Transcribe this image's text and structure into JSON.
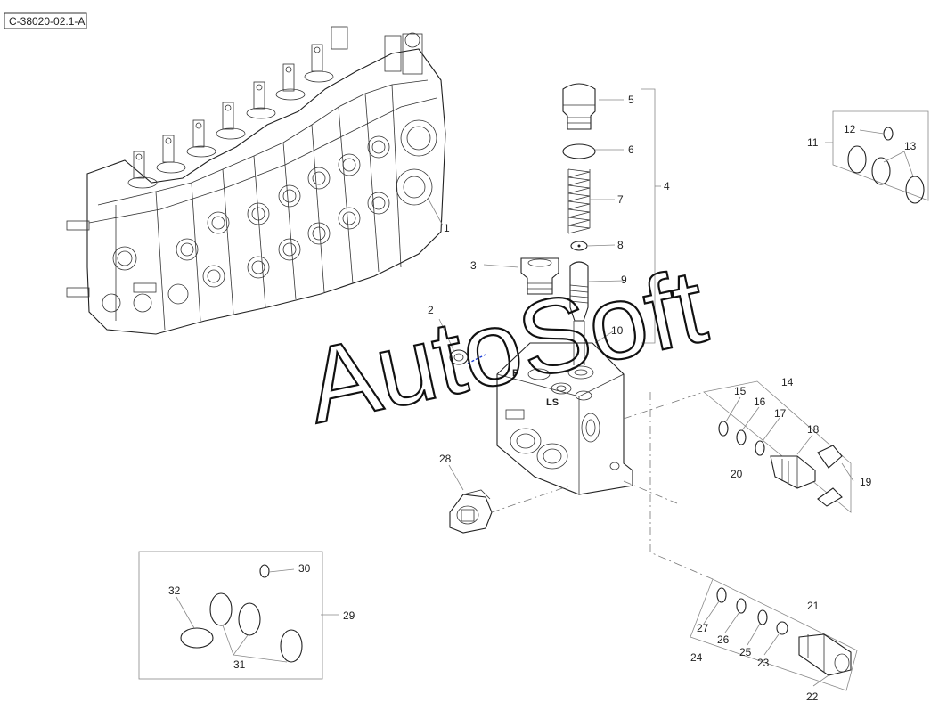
{
  "drawing_id": "C-38020-02.1-A",
  "watermark": "AutoSoft",
  "ports": {
    "p": "P",
    "ls": "LS"
  },
  "callouts": [
    {
      "id": "c1",
      "text": "1"
    },
    {
      "id": "c2",
      "text": "2"
    },
    {
      "id": "c3",
      "text": "3"
    },
    {
      "id": "c4",
      "text": "4"
    },
    {
      "id": "c5",
      "text": "5"
    },
    {
      "id": "c6",
      "text": "6"
    },
    {
      "id": "c7",
      "text": "7"
    },
    {
      "id": "c8",
      "text": "8"
    },
    {
      "id": "c9",
      "text": "9"
    },
    {
      "id": "c10",
      "text": "10"
    },
    {
      "id": "c11",
      "text": "11"
    },
    {
      "id": "c12",
      "text": "12"
    },
    {
      "id": "c13",
      "text": "13"
    },
    {
      "id": "c14",
      "text": "14"
    },
    {
      "id": "c15",
      "text": "15"
    },
    {
      "id": "c16",
      "text": "16"
    },
    {
      "id": "c17",
      "text": "17"
    },
    {
      "id": "c18",
      "text": "18"
    },
    {
      "id": "c19",
      "text": "19"
    },
    {
      "id": "c20",
      "text": "20"
    },
    {
      "id": "c21",
      "text": "21"
    },
    {
      "id": "c22",
      "text": "22"
    },
    {
      "id": "c23",
      "text": "23"
    },
    {
      "id": "c24",
      "text": "24"
    },
    {
      "id": "c25",
      "text": "25"
    },
    {
      "id": "c26",
      "text": "26"
    },
    {
      "id": "c27",
      "text": "27"
    },
    {
      "id": "c28",
      "text": "28"
    },
    {
      "id": "c29",
      "text": "29"
    },
    {
      "id": "c30",
      "text": "30"
    },
    {
      "id": "c31",
      "text": "31"
    },
    {
      "id": "c32",
      "text": "32"
    }
  ]
}
